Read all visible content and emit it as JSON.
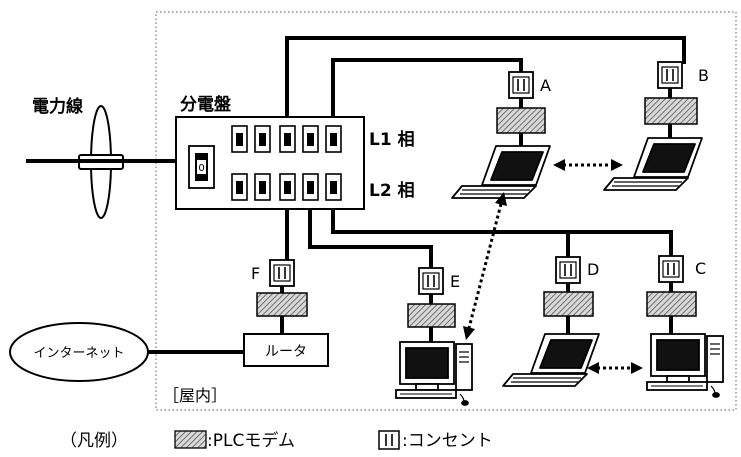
{
  "labels": {
    "power_line": "電力線",
    "distribution_board": "分電盤",
    "phase_l1": "L1 相",
    "phase_l2": "L2 相",
    "internet": "インターネット",
    "router": "ルータ",
    "indoor": "［屋内］",
    "breaker_mark": "0"
  },
  "outlet_labels": {
    "a": "A",
    "b": "B",
    "c": "C",
    "d": "D",
    "e": "E",
    "f": "F"
  },
  "legend": {
    "prefix": "（凡例）",
    "modem": ":PLCモデム",
    "outlet": ":コンセント"
  },
  "icons": [
    "power-pole-icon",
    "breaker-icon",
    "outlet-icon",
    "plc-modem-icon",
    "laptop-icon",
    "desktop-computer-icon",
    "double-arrow-icon"
  ]
}
